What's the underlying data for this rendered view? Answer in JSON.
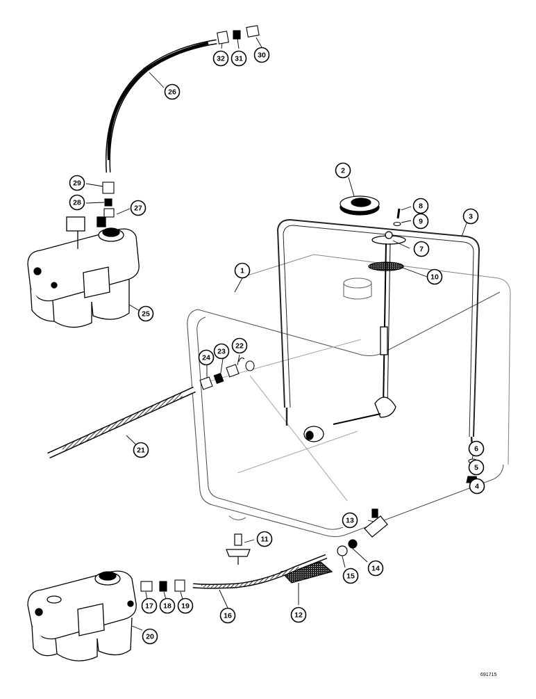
{
  "diagram": {
    "reference_id": "691715",
    "callouts": [
      {
        "id": "c1",
        "label": "1"
      },
      {
        "id": "c2",
        "label": "2"
      },
      {
        "id": "c3",
        "label": "3"
      },
      {
        "id": "c4",
        "label": "4"
      },
      {
        "id": "c5",
        "label": "5"
      },
      {
        "id": "c6",
        "label": "6"
      },
      {
        "id": "c7",
        "label": "7"
      },
      {
        "id": "c8",
        "label": "8"
      },
      {
        "id": "c9",
        "label": "9"
      },
      {
        "id": "c10",
        "label": "10"
      },
      {
        "id": "c11",
        "label": "11"
      },
      {
        "id": "c12",
        "label": "12"
      },
      {
        "id": "c13",
        "label": "13"
      },
      {
        "id": "c14",
        "label": "14"
      },
      {
        "id": "c15",
        "label": "15"
      },
      {
        "id": "c16",
        "label": "16"
      },
      {
        "id": "c17",
        "label": "17"
      },
      {
        "id": "c18",
        "label": "18"
      },
      {
        "id": "c19",
        "label": "19"
      },
      {
        "id": "c20",
        "label": "20"
      },
      {
        "id": "c21",
        "label": "21"
      },
      {
        "id": "c22",
        "label": "22"
      },
      {
        "id": "c23",
        "label": "23"
      },
      {
        "id": "c24",
        "label": "24"
      },
      {
        "id": "c25",
        "label": "25"
      },
      {
        "id": "c26",
        "label": "26"
      },
      {
        "id": "c27",
        "label": "27"
      },
      {
        "id": "c28",
        "label": "28"
      },
      {
        "id": "c29",
        "label": "29"
      },
      {
        "id": "c30",
        "label": "30"
      },
      {
        "id": "c31",
        "label": "31"
      },
      {
        "id": "c32",
        "label": "32"
      }
    ]
  }
}
